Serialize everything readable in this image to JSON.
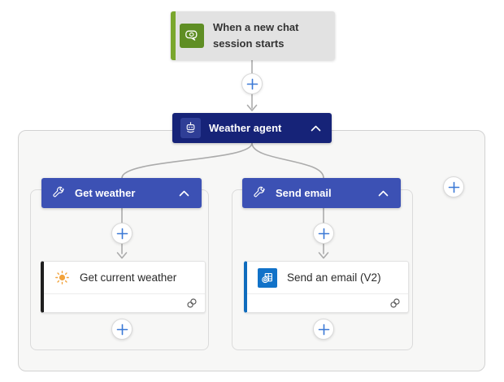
{
  "colors": {
    "canvas-bg": "#ffffff",
    "container-bg": "#f7f7f6",
    "container-border": "#d2d2d2",
    "sub-container-border": "#dbdbdb",
    "agent-bg": "#162378",
    "agent-tile-bg": "#2F3E96",
    "branch-header-bg": "#3C51B4",
    "trigger-bg": "#e2e2e2",
    "trigger-stripe": "#7AA72D",
    "trigger-tile-bg": "#5F8E24",
    "outlook-blue": "#1172C8",
    "action1-stripe": "#1f1f1f",
    "action2-stripe": "#0F6CBD",
    "sun-orange": "#F2A33C",
    "plus-blue": "#3B79D6",
    "connector-gray": "#ABABAB",
    "text-dark": "#2b2b2b"
  },
  "trigger": {
    "title": "When a new chat session starts",
    "icon": "chat-icon"
  },
  "agent": {
    "title": "Weather agent",
    "icon": "bot-icon",
    "collapse_icon": "chevron-up-icon"
  },
  "branches": [
    {
      "header": "Get weather",
      "icon": "wrench-icon",
      "collapse_icon": "chevron-up-icon",
      "action": {
        "title": "Get current weather",
        "icon": "sun-icon",
        "status_icon": "link-icon"
      }
    },
    {
      "header": "Send email",
      "icon": "wrench-icon",
      "collapse_icon": "chevron-up-icon",
      "action": {
        "title": "Send an email (V2)",
        "icon": "outlook-icon",
        "status_icon": "link-icon"
      }
    }
  ]
}
